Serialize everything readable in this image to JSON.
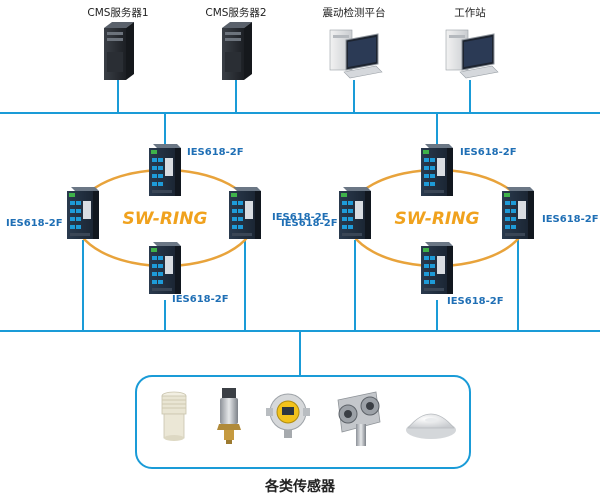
{
  "top_devices": [
    {
      "label": "CMS服务器1",
      "icon": "server-tower-icon"
    },
    {
      "label": "CMS服务器2",
      "icon": "server-tower-icon"
    },
    {
      "label": "震动检测平台",
      "icon": "workstation-pc-icon"
    },
    {
      "label": "工作站",
      "icon": "workstation-pc-icon"
    }
  ],
  "rings": [
    {
      "name": "SW-RING",
      "switches": [
        {
          "label": "IES618-2F"
        },
        {
          "label": "IES618-2F"
        },
        {
          "label": "IES618-2F"
        },
        {
          "label": "IES618-2F"
        }
      ]
    },
    {
      "name": "SW-RING",
      "switches": [
        {
          "label": "IES618-2F"
        },
        {
          "label": "IES618-2F"
        },
        {
          "label": "IES618-2F"
        },
        {
          "label": "IES618-2F"
        }
      ]
    }
  ],
  "sensor_group": {
    "title": "各类传感器",
    "sensors": [
      {
        "icon": "cylinder-sensor-icon"
      },
      {
        "icon": "pressure-transmitter-icon"
      },
      {
        "icon": "gas-detector-icon"
      },
      {
        "icon": "ultrasonic-sensor-icon"
      },
      {
        "icon": "dome-sensor-icon"
      }
    ]
  },
  "colors": {
    "line": "#1a9bd7",
    "ring": "#e8a33b",
    "ring_text": "#f0a21e",
    "label": "#1f6fb5",
    "box_border": "#1a9bd7"
  }
}
